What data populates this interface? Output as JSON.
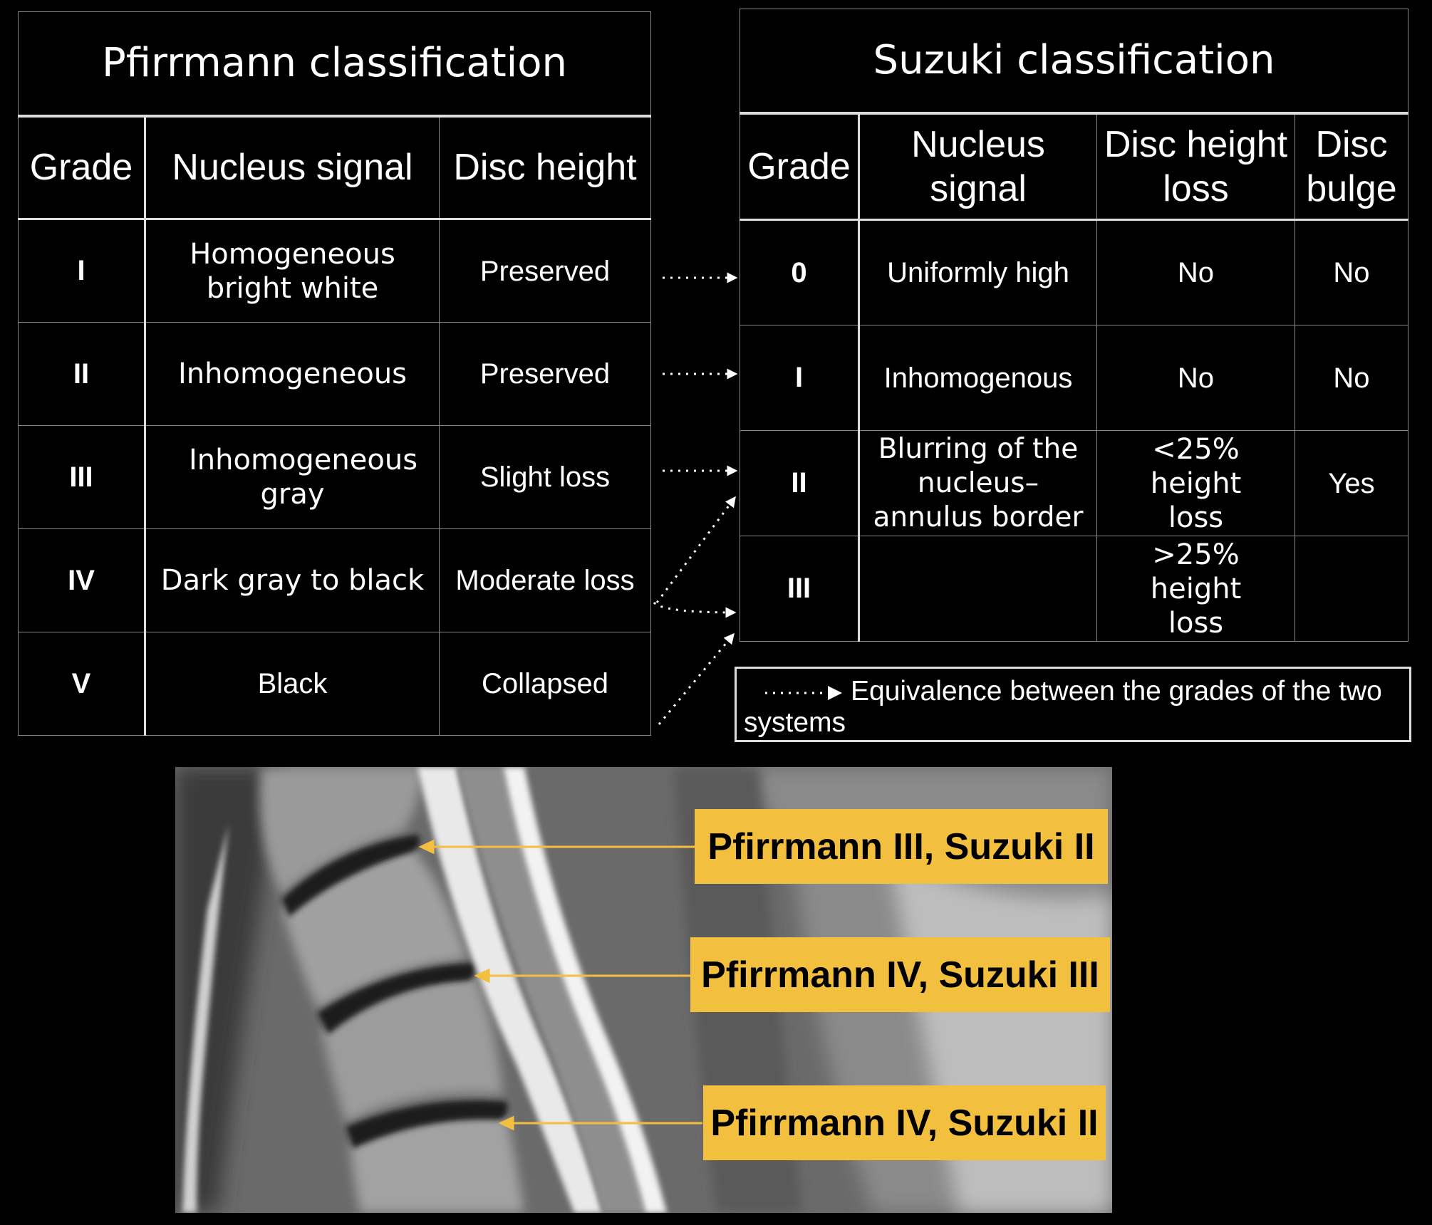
{
  "pfirrmann": {
    "title": "Pfirrmann classification",
    "headers": [
      "Grade",
      "Nucleus signal",
      "Disc height"
    ],
    "rows": [
      {
        "grade": "I",
        "signal": "Homogeneous bright white",
        "height": "Preserved"
      },
      {
        "grade": "II",
        "signal": "Inhomogeneous",
        "height": "Preserved"
      },
      {
        "grade": "III",
        "signal": "Inhomogeneous gray",
        "height": "Slight loss"
      },
      {
        "grade": "IV",
        "signal": "Dark gray to black",
        "height": "Moderate loss"
      },
      {
        "grade": "V",
        "signal": "Black",
        "height": "Collapsed"
      }
    ]
  },
  "suzuki": {
    "title": "Suzuki classification",
    "headers": [
      "Grade",
      "Nucleus signal",
      "Disc height loss",
      "Disc bulge"
    ],
    "rows": [
      {
        "grade": "0",
        "signal": "Uniformly high",
        "height_loss": "No",
        "bulge": "No"
      },
      {
        "grade": "I",
        "signal": "Inhomogenous",
        "height_loss": "No",
        "bulge": "No"
      },
      {
        "grade": "II",
        "signal": "Blurring of the nucleus–annulus border",
        "height_loss": "<25% height loss",
        "bulge": "Yes"
      },
      {
        "grade": "III",
        "signal": "",
        "height_loss": ">25% height loss",
        "bulge": ""
      }
    ]
  },
  "legend": {
    "text": "Equivalence between the grades of the two systems"
  },
  "annotations": [
    {
      "label": "Pfirrmann III, Suzuki II"
    },
    {
      "label": "Pfirrmann IV, Suzuki III"
    },
    {
      "label": "Pfirrmann IV, Suzuki II"
    }
  ],
  "colors": {
    "background": "#000000",
    "callout": "#f2bf3e",
    "callout_arrow": "#f2bf3e",
    "border": "#dddddd"
  },
  "image": {
    "type": "sagittal T2-weighted MRI of the lumbar spine"
  }
}
